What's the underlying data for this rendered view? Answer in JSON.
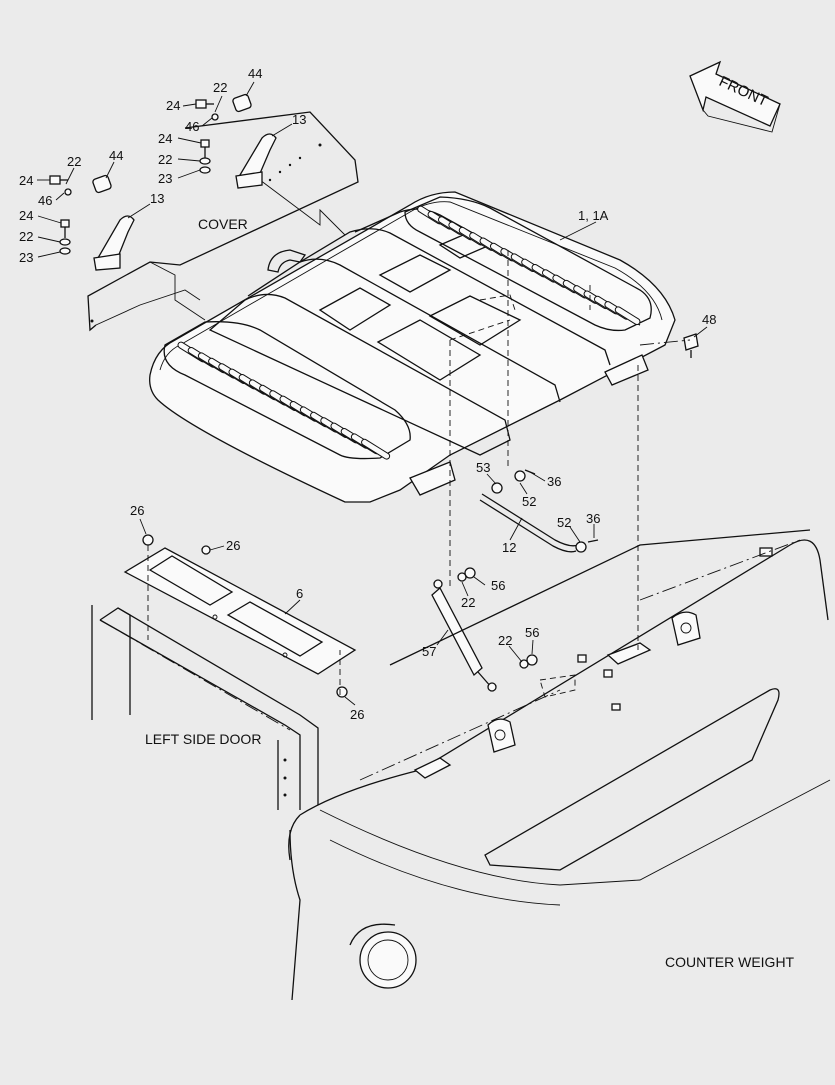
{
  "labels": {
    "cover": "COVER",
    "left_side_door": "LEFT SIDE DOOR",
    "counter_weight": "COUNTER WEIGHT",
    "front": "FRONT"
  },
  "callouts": [
    {
      "id": "c44a",
      "text": "44"
    },
    {
      "id": "c22a",
      "text": "22"
    },
    {
      "id": "c24a",
      "text": "24"
    },
    {
      "id": "c46a",
      "text": "46"
    },
    {
      "id": "c13a",
      "text": "13"
    },
    {
      "id": "c24b",
      "text": "24"
    },
    {
      "id": "c22b",
      "text": "22"
    },
    {
      "id": "c23a",
      "text": "23"
    },
    {
      "id": "c22c",
      "text": "22"
    },
    {
      "id": "c44b",
      "text": "44"
    },
    {
      "id": "c24c",
      "text": "24"
    },
    {
      "id": "c46b",
      "text": "46"
    },
    {
      "id": "c13b",
      "text": "13"
    },
    {
      "id": "c24d",
      "text": "24"
    },
    {
      "id": "c22d",
      "text": "22"
    },
    {
      "id": "c23b",
      "text": "23"
    },
    {
      "id": "c1",
      "text": "1, 1A"
    },
    {
      "id": "c48",
      "text": "48"
    },
    {
      "id": "c53",
      "text": "53"
    },
    {
      "id": "c36a",
      "text": "36"
    },
    {
      "id": "c52a",
      "text": "52"
    },
    {
      "id": "c52b",
      "text": "52"
    },
    {
      "id": "c36b",
      "text": "36"
    },
    {
      "id": "c12",
      "text": "12"
    },
    {
      "id": "c26a",
      "text": "26"
    },
    {
      "id": "c26b",
      "text": "26"
    },
    {
      "id": "c6",
      "text": "6"
    },
    {
      "id": "c56a",
      "text": "56"
    },
    {
      "id": "c22e",
      "text": "22"
    },
    {
      "id": "c57",
      "text": "57"
    },
    {
      "id": "c22f",
      "text": "22"
    },
    {
      "id": "c56b",
      "text": "56"
    },
    {
      "id": "c26c",
      "text": "26"
    }
  ]
}
